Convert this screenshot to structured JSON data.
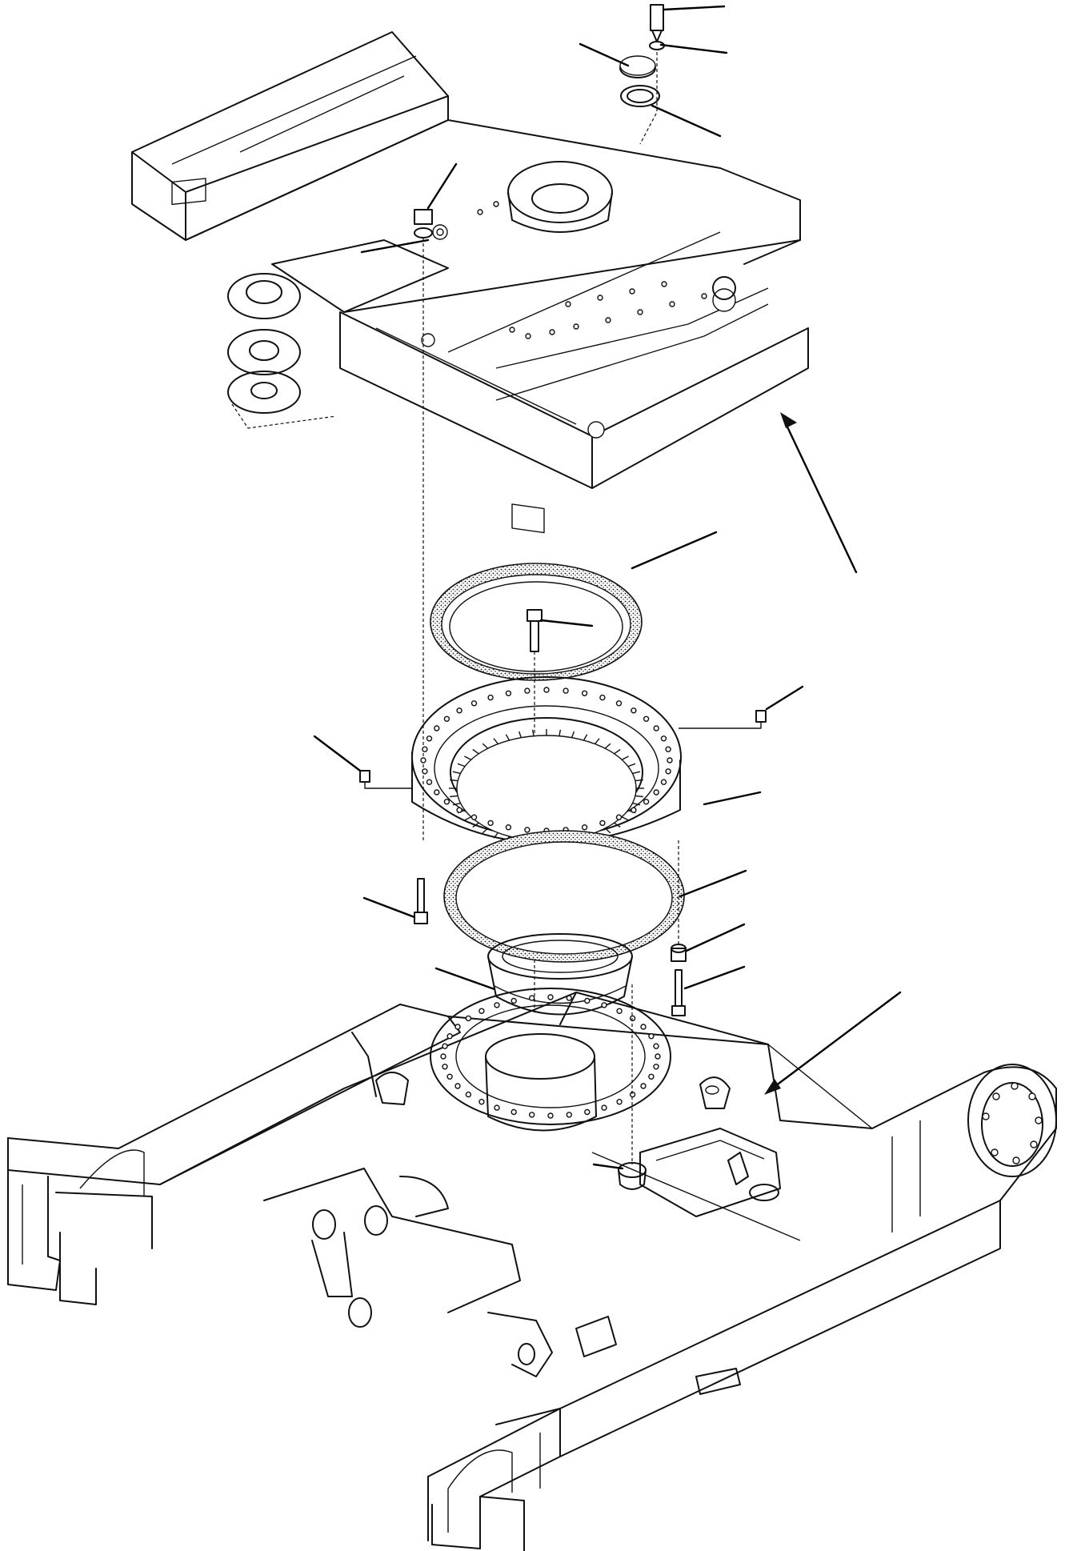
{
  "figure": {
    "kind": "exploded-assembly-drawing",
    "colors": {
      "line": "#111111",
      "background": "#ffffff"
    },
    "parts": [
      {
        "name": "upper-revolving-frame"
      },
      {
        "name": "swing-circle-bearing"
      },
      {
        "name": "upper-seal-ring"
      },
      {
        "name": "lower-seal-ring"
      },
      {
        "name": "center-swivel-cover"
      },
      {
        "name": "track-frame-lower"
      },
      {
        "name": "mounting-bolts"
      },
      {
        "name": "grease-nipples"
      },
      {
        "name": "cover-plate-and-gasket"
      }
    ]
  }
}
